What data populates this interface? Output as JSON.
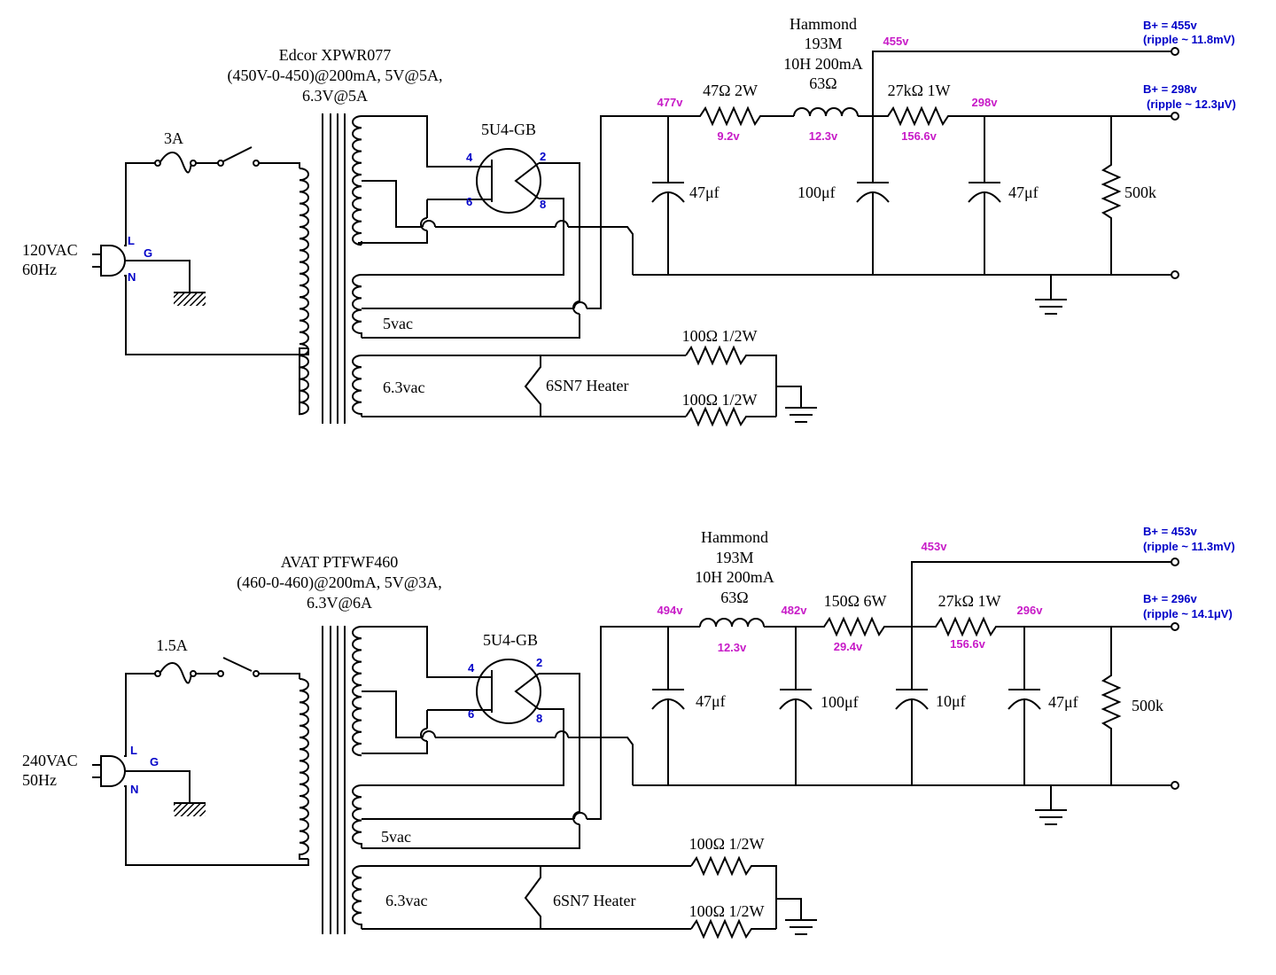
{
  "colors": {
    "wire": "#000000",
    "voltage": "#c71ac7",
    "label_blue": "#0000c8"
  },
  "circuits": [
    {
      "id": "top",
      "transformer": {
        "name": "Edcor XPWR077",
        "spec1": "(450V-0-450)@200mA, 5V@5A,",
        "spec2": "6.3V@5A"
      },
      "mains": {
        "voltage": "120VAC",
        "freq": "60Hz",
        "fuse": "3A",
        "pin_l": "L",
        "pin_g": "G",
        "pin_n": "N"
      },
      "tube": {
        "name": "5U4-GB",
        "pin4": "4",
        "pin2": "2",
        "pin6": "6",
        "pin8": "8"
      },
      "secondaries": {
        "five": "5vac",
        "six": "6.3vac",
        "heater": "6SN7 Heater"
      },
      "heater_resistors": {
        "r1": "100Ω 1/2W",
        "r2": "100Ω 1/2W"
      },
      "choke": {
        "l1": "Hammond",
        "l2": "193M",
        "l3": "10H 200mA",
        "l4": "63Ω",
        "drop": "12.3v"
      },
      "r1": {
        "label": "47Ω 2W",
        "drop": "9.2v"
      },
      "r2": {
        "label": "27kΩ 1W",
        "drop": "156.6v"
      },
      "caps": {
        "c1": "47μf",
        "c2": "100μf",
        "c3": "47μf"
      },
      "bleeder": "500k",
      "nodes": {
        "n1": "477v",
        "n2": "455v",
        "n3": "298v"
      },
      "outputs": {
        "b1": "B+ = 455v",
        "b1r": "(ripple ~ 11.8mV)",
        "b2": "B+ = 298v",
        "b2r": "(ripple ~ 12.3μV)"
      }
    },
    {
      "id": "bottom",
      "transformer": {
        "name": "AVAT PTFWF460",
        "spec1": "(460-0-460)@200mA, 5V@3A,",
        "spec2": "6.3V@6A"
      },
      "mains": {
        "voltage": "240VAC",
        "freq": "50Hz",
        "fuse": "1.5A",
        "pin_l": "L",
        "pin_g": "G",
        "pin_n": "N"
      },
      "tube": {
        "name": "5U4-GB",
        "pin4": "4",
        "pin2": "2",
        "pin6": "6",
        "pin8": "8"
      },
      "secondaries": {
        "five": "5vac",
        "six": "6.3vac",
        "heater": "6SN7 Heater"
      },
      "heater_resistors": {
        "r1": "100Ω 1/2W",
        "r2": "100Ω 1/2W"
      },
      "choke": {
        "l1": "Hammond",
        "l2": "193M",
        "l3": "10H 200mA",
        "l4": "63Ω",
        "drop": "12.3v"
      },
      "r1": {
        "label": "150Ω 6W",
        "drop": "29.4v"
      },
      "r2": {
        "label": "27kΩ 1W",
        "drop": "156.6v"
      },
      "caps": {
        "c1": "47μf",
        "c2": "100μf",
        "c3": "10μf",
        "c4": "47μf"
      },
      "bleeder": "500k",
      "nodes": {
        "n0": "494v",
        "n1": "482v",
        "n2": "453v",
        "n3": "296v"
      },
      "outputs": {
        "b1": "B+ = 453v",
        "b1r": "(ripple ~ 11.3mV)",
        "b2": "B+ = 296v",
        "b2r": "(ripple ~ 14.1μV)"
      }
    }
  ]
}
